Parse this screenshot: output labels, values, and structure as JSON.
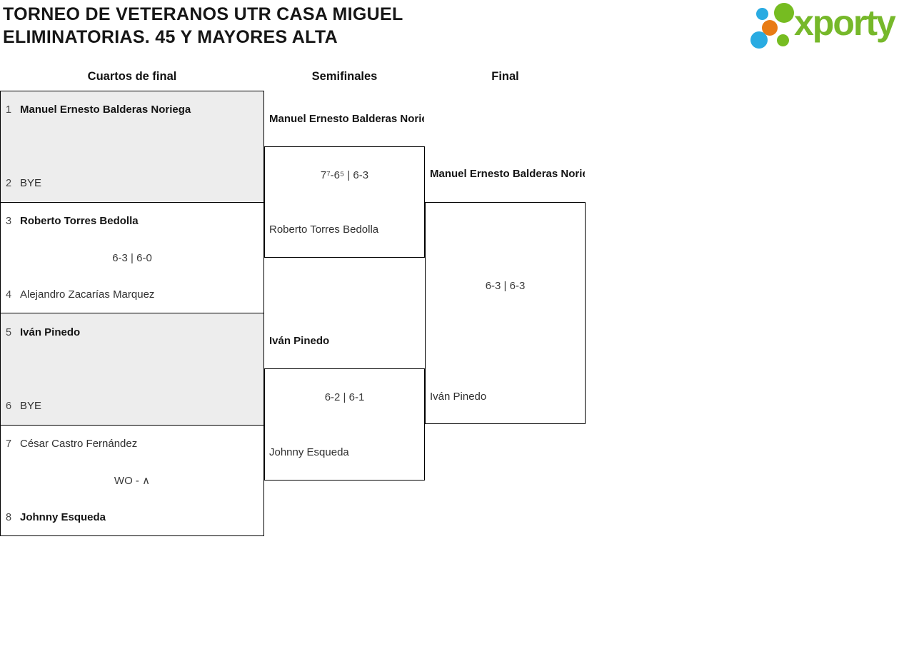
{
  "header": {
    "title_line1": "TORNEO DE VETERANOS UTR CASA MIGUEL",
    "title_line2": "ELIMINATORIAS. 45 Y MAYORES ALTA",
    "logo": {
      "text": "xporty",
      "colors": {
        "green": "#76b82a",
        "blue": "#29abe2",
        "orange": "#e87b13"
      }
    }
  },
  "rounds": [
    {
      "label": "Cuartos de final"
    },
    {
      "label": "Semifinales"
    },
    {
      "label": "Final"
    }
  ],
  "qf": [
    {
      "top": {
        "seed": "1",
        "name": "Manuel Ernesto Balderas Noriega",
        "winner": true
      },
      "bottom": {
        "seed": "2",
        "name": "BYE",
        "winner": false
      },
      "score": ""
    },
    {
      "top": {
        "seed": "3",
        "name": "Roberto Torres Bedolla",
        "winner": true
      },
      "bottom": {
        "seed": "4",
        "name": "Alejandro Zacarías Marquez",
        "winner": false
      },
      "score": "6-3 | 6-0"
    },
    {
      "top": {
        "seed": "5",
        "name": "Iván Pinedo",
        "winner": true
      },
      "bottom": {
        "seed": "6",
        "name": "BYE",
        "winner": false
      },
      "score": ""
    },
    {
      "top": {
        "seed": "7",
        "name": "César Castro Fernández",
        "winner": false
      },
      "bottom": {
        "seed": "8",
        "name": "Johnny Esqueda",
        "winner": true
      },
      "score": "WO - ∧"
    }
  ],
  "sf": [
    {
      "top": {
        "name": "Manuel Ernesto Balderas Noriega",
        "winner": true
      },
      "bottom": {
        "name": "Roberto Torres Bedolla",
        "winner": false
      },
      "score": "7⁷-6⁵ | 6-3"
    },
    {
      "top": {
        "name": "Iván Pinedo",
        "winner": true
      },
      "bottom": {
        "name": "Johnny Esqueda",
        "winner": false
      },
      "score": "6-2 | 6-1"
    }
  ],
  "final": {
    "top": {
      "name": "Manuel Ernesto Balderas Noriega",
      "winner": true
    },
    "bottom": {
      "name": "Iván Pinedo",
      "winner": false
    },
    "score": "6-3 | 6-3"
  }
}
